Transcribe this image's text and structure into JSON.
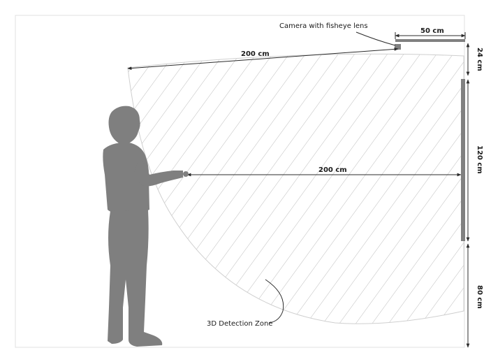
{
  "labels": {
    "camera": "Camera with fisheye lens",
    "top_width": "50 cm",
    "top_gap": "24 cm",
    "diag_reach": "200 cm",
    "horiz_reach": "200 cm",
    "screen_height": "120 cm",
    "bottom_gap": "80 cm",
    "zone": "3D Detection Zone"
  },
  "colors": {
    "silhouette": "#7f7f7f",
    "hatch": "#bdbdbd",
    "line": "#2b2b2b",
    "frame": "#d9d9d9",
    "bar": "#808080"
  }
}
